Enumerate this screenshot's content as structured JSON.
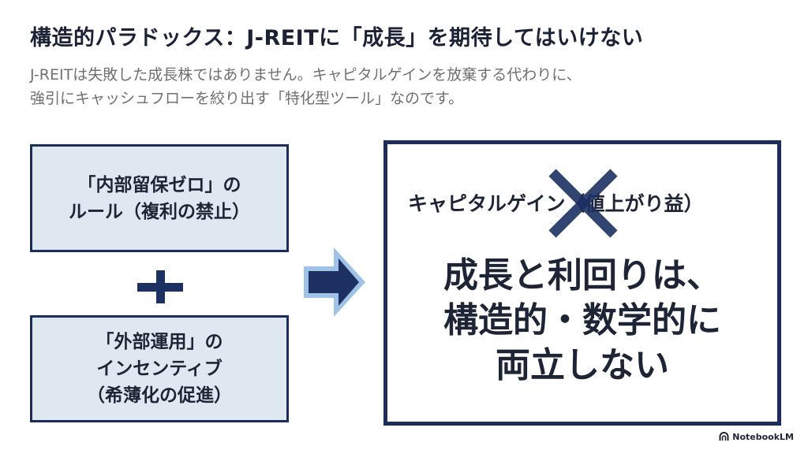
{
  "slide": {
    "title": "構造的パラドックス：J-REITに「成長」を期待してはいけない",
    "subtitle": [
      "J-REITは失敗した成長株ではありません。キャピタルゲインを放棄する代わりに、",
      "強引にキャッシュフローを絞り出す「特化型ツール」なのです。"
    ]
  },
  "left": {
    "box1": [
      "「内部留保ゼロ」の",
      "ルール（複利の禁止）"
    ],
    "box2": [
      "「外部運用」の",
      "インセンティブ",
      "（希薄化の促進）"
    ]
  },
  "right": {
    "capital_gain_label": "キャピタルゲイン（値上がり益）",
    "conclusion": [
      "成長と利回りは、",
      "構造的・数学的に",
      "両立しない"
    ]
  },
  "brand": {
    "name": "NotebookLM"
  },
  "colors": {
    "navy": "#1c2d59",
    "box_fill": "#dfe7f1",
    "arrow_outline": "#9fc3e6",
    "text": "#1d2435",
    "subtitle": "#6f6f74"
  }
}
